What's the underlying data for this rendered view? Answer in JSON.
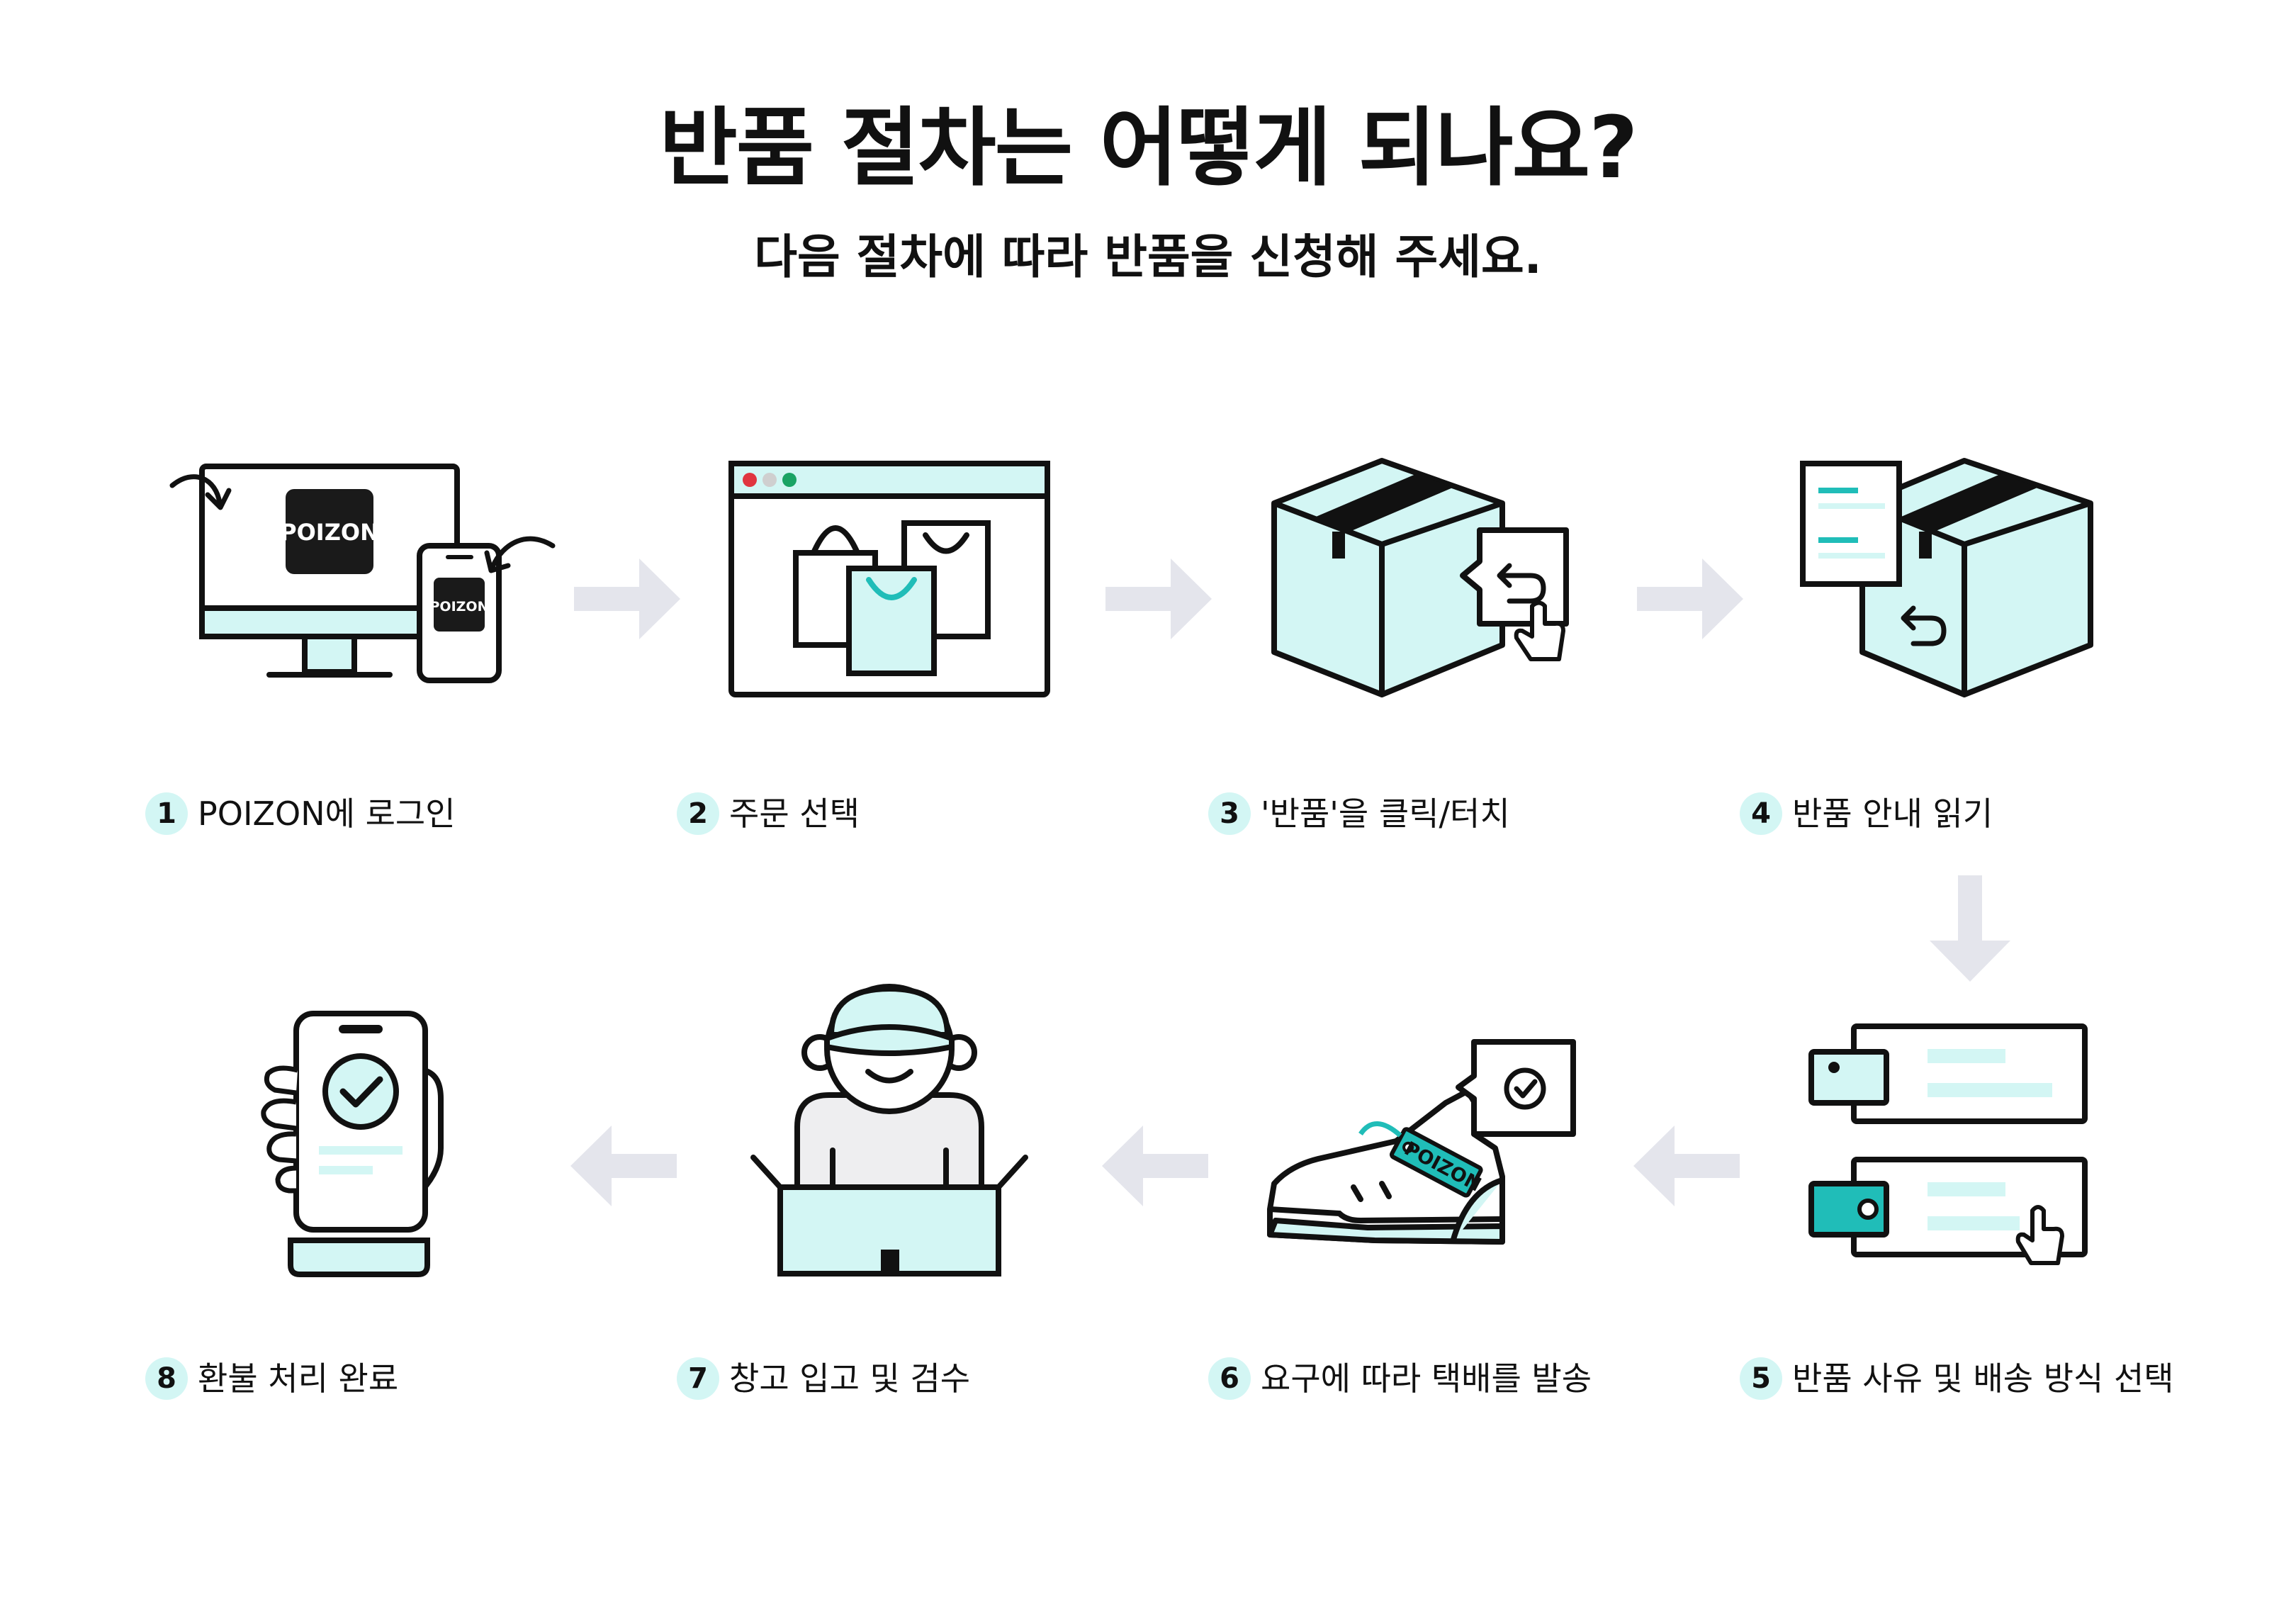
{
  "title": "반품 절차는 어떻게 되나요?",
  "subtitle": "다음 절차에 따라 반품을 신청해 주세요.",
  "brand": {
    "name": "POIZON",
    "accent_color": "#d3f6f4",
    "teal_color": "#20bdb8",
    "ink_color": "#111111",
    "arrow_color": "#e4e5ec"
  },
  "steps": [
    {
      "number": "1",
      "label": "POIZON에 로그인",
      "icon": "computer-phone-login-icon"
    },
    {
      "number": "2",
      "label": "주문 선택",
      "icon": "browser-shopping-bags-icon"
    },
    {
      "number": "3",
      "label": "'반품'을 클릭/터치",
      "icon": "box-return-click-icon"
    },
    {
      "number": "4",
      "label": "반품 안내 읽기",
      "icon": "document-box-return-icon"
    },
    {
      "number": "5",
      "label": "반품 사유 및 배송 방식 선택",
      "icon": "option-cards-select-icon"
    },
    {
      "number": "6",
      "label": "요구에 따라 택배를 발송",
      "icon": "sneaker-tag-check-icon"
    },
    {
      "number": "7",
      "label": "창고 입고 및 검수",
      "icon": "inspector-box-icon"
    },
    {
      "number": "8",
      "label": "환불 처리 완료",
      "icon": "phone-check-hand-icon"
    }
  ]
}
